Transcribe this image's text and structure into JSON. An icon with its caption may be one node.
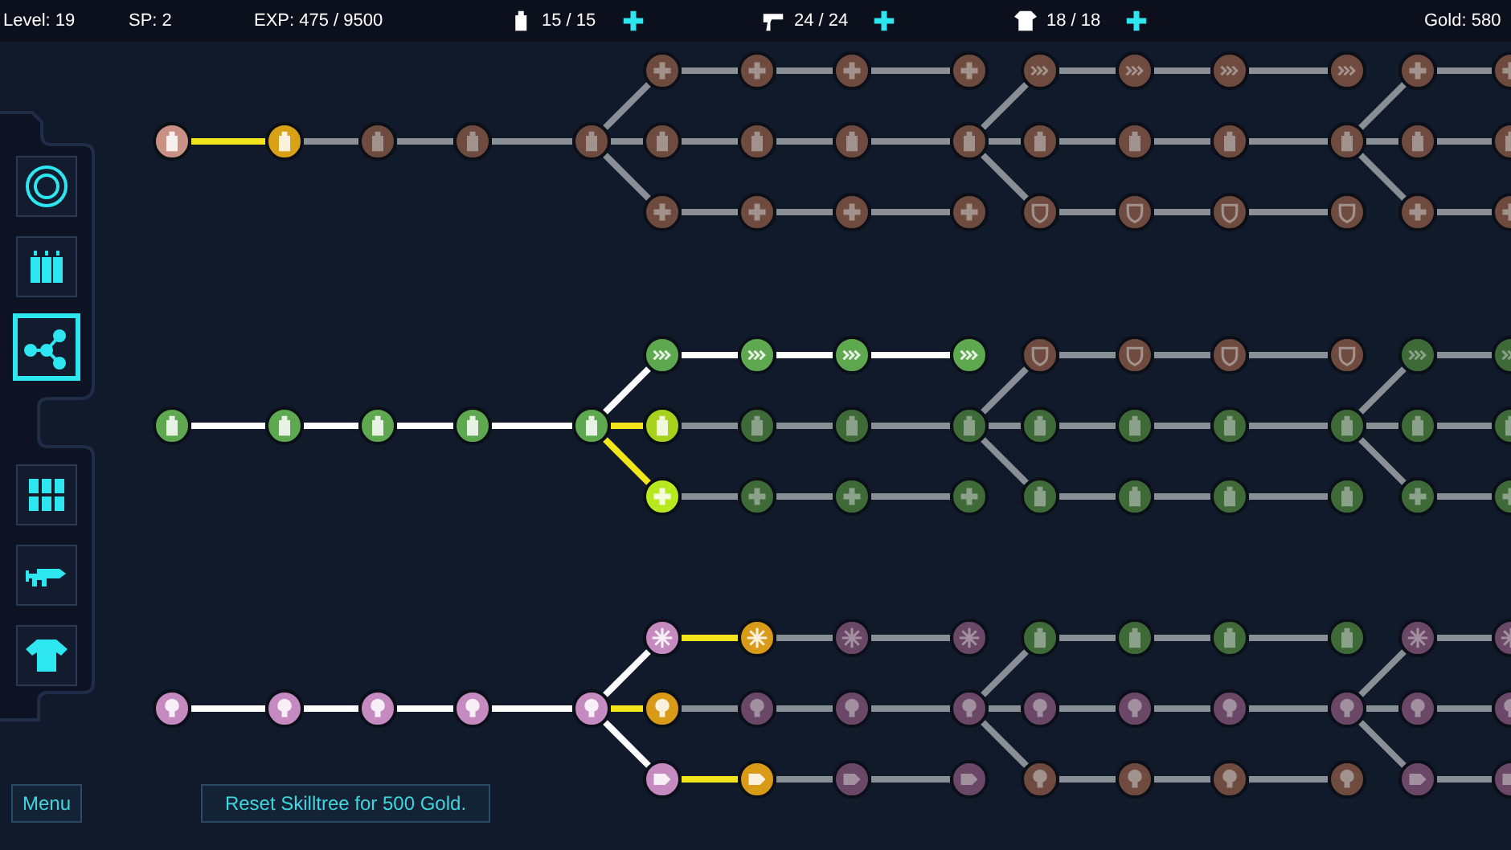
{
  "diagram": {
    "nodes": [
      {
        "text": [],
        "shape": "circle"
      },
      {
        "text": [],
        "shape": "circle"
      },
      {
        "text": [],
        "shape": "circle"
      },
      {
        "text": [],
        "shape": "circle"
      },
      {
        "text": [],
        "shape": "circle"
      },
      {
        "text": [],
        "shape": "circle"
      },
      {
        "text": [],
        "shape": "circle"
      },
      {
        "text": [],
        "shape": "circle"
      },
      {
        "text": [],
        "shape": "circle"
      },
      {
        "text": [],
        "shape": "circle"
      },
      {
        "text": [],
        "shape": "circle"
      },
      {
        "text": [],
        "shape": "circle"
      },
      {
        "text": [],
        "shape": "circle"
      },
      {
        "text": [],
        "shape": "circle"
      },
      {
        "text": [],
        "shape": "circle"
      },
      {
        "text": [],
        "shape": "circle"
      },
      {
        "text": [],
        "shape": "circle"
      },
      {
        "text": [],
        "shape": "circle"
      },
      {
        "text": [],
        "shape": "circle"
      },
      {
        "text": [],
        "shape": "circle"
      },
      {
        "text": [],
        "shape": "circle"
      },
      {
        "text": [],
        "shape": "circle"
      },
      {
        "text": [],
        "shape": "circle"
      },
      {
        "text": [],
        "shape": "circle"
      },
      {
        "text": [],
        "shape": "circle"
      },
      {
        "text": [],
        "shape": "circle"
      },
      {
        "text": [],
        "shape": "circle"
      },
      {
        "text": [],
        "shape": "circle"
      },
      {
        "text": [],
        "shape": "circle"
      },
      {
        "text": [],
        "shape": "circle"
      },
      {
        "text": [],
        "shape": "circle"
      },
      {
        "text": [],
        "shape": "circle"
      },
      {
        "text": [],
        "shape": "circle"
      },
      {
        "text": [],
        "shape": "circle"
      },
      {
        "text": [],
        "shape": "circle"
      },
      {
        "text": [],
        "shape": "circle"
      },
      {
        "text": [],
        "shape": "circle"
      },
      {
        "text": [],
        "shape": "circle"
      },
      {
        "text": [],
        "shape": "circle"
      },
      {
        "text": [],
        "shape": "circle"
      },
      {
        "text": [],
        "shape": "circle"
      },
      {
        "text": [],
        "shape": "circle"
      },
      {
        "text": [],
        "shape": "circle"
      },
      {
        "text": [],
        "shape": "circle"
      },
      {
        "text": [],
        "shape": "circle"
      },
      {
        "text": [],
        "shape": "circle"
      },
      {
        "text": [],
        "shape": "circle"
      },
      {
        "text": [],
        "shape": "circle"
      },
      {
        "text": [],
        "shape": "circle"
      },
      {
        "text": [],
        "shape": "circle"
      },
      {
        "text": [],
        "shape": "circle"
      },
      {
        "text": [],
        "shape": "circle"
      },
      {
        "text": [],
        "shape": "circle"
      },
      {
        "text": [],
        "shape": "circle"
      },
      {
        "text": [],
        "shape": "circle"
      },
      {
        "text": [],
        "shape": "circle"
      },
      {
        "text": [],
        "shape": "circle"
      },
      {
        "text": [],
        "shape": "circle"
      },
      {
        "text": [],
        "shape": "circle"
      },
      {
        "text": [],
        "shape": "circle"
      },
      {
        "text": [],
        "shape": "circle"
      },
      {
        "text": [],
        "shape": "circle"
      },
      {
        "text": [],
        "shape": "circle"
      },
      {
        "text": [],
        "shape": "circle"
      },
      {
        "text": [],
        "shape": "circle"
      },
      {
        "text": [],
        "shape": "circle"
      },
      {
        "text": [],
        "shape": "circle"
      },
      {
        "text": [],
        "shape": "circle"
      },
      {
        "text": [],
        "shape": "circle"
      },
      {
        "text": [],
        "shape": "circle"
      },
      {
        "text": [],
        "shape": "circle"
      },
      {
        "text": [],
        "shape": "circle"
      },
      {
        "text": [],
        "shape": "circle"
      },
      {
        "text": [],
        "shape": "circle"
      },
      {
        "text": [],
        "shape": "circle"
      },
      {
        "text": [],
        "shape": "circle"
      },
      {
        "text": [],
        "shape": "circle"
      },
      {
        "text": [],
        "shape": "circle"
      },
      {
        "text": [],
        "shape": "circle"
      },
      {
        "text": [],
        "shape": "circle"
      },
      {
        "text": [],
        "shape": "circle"
      },
      {
        "text": [],
        "shape": "circle"
      },
      {
        "text": [],
        "shape": "circle"
      },
      {
        "text": [],
        "shape": "circle"
      },
      {
        "text": [],
        "shape": "circle"
      },
      {
        "text": [],
        "shape": "circle"
      },
      {
        "text": [],
        "shape": "circle"
      },
      {
        "text": [],
        "shape": "circle"
      },
      {
        "text": [],
        "shape": "circle"
      },
      {
        "text": [],
        "shape": "circle"
      },
      {
        "text": [],
        "shape": "circle"
      },
      {
        "text": [],
        "shape": "circle"
      },
      {
        "text": [],
        "shape": "circle"
      },
      {
        "text": [],
        "shape": "circle"
      },
      {
        "text": [],
        "shape": "circle"
      },
      {
        "text": [],
        "shape": "circle"
      },
      {
        "text": [],
        "shape": "circle"
      },
      {
        "text": [],
        "shape": "circle"
      },
      {
        "text": [],
        "shape": "circle"
      },
      {
        "text": [],
        "shape": "circle"
      },
      {
        "text": [],
        "shape": "circle"
      },
      {
        "text": [],
        "shape": "circle"
      },
      {
        "text": [],
        "shape": "circle"
      },
      {
        "text": [],
        "shape": "circle"
      },
      {
        "text": [],
        "shape": "circle"
      }
    ],
    "edges": [
      {
        "from": 0,
        "to": 1,
        "arrow": "none",
        "color": "#f2e51c"
      },
      {
        "from": 1,
        "to": 2,
        "arrow": "none"
      },
      {
        "from": 2,
        "to": 3,
        "arrow": "none"
      },
      {
        "from": 3,
        "to": 4,
        "arrow": "none"
      },
      {
        "from": 4,
        "to": 5,
        "arrow": "none"
      },
      {
        "from": 4,
        "to": 9,
        "arrow": "none"
      },
      {
        "from": 4,
        "to": 13,
        "arrow": "none"
      },
      {
        "from": 5,
        "to": 6,
        "arrow": "none"
      },
      {
        "from": 6,
        "to": 7,
        "arrow": "none"
      },
      {
        "from": 7,
        "to": 8,
        "arrow": "none"
      },
      {
        "from": 9,
        "to": 10,
        "arrow": "none"
      },
      {
        "from": 10,
        "to": 11,
        "arrow": "none"
      },
      {
        "from": 11,
        "to": 12,
        "arrow": "none"
      },
      {
        "from": 13,
        "to": 14,
        "arrow": "none"
      },
      {
        "from": 14,
        "to": 15,
        "arrow": "none"
      },
      {
        "from": 15,
        "to": 16,
        "arrow": "none"
      },
      {
        "from": 12,
        "to": 17,
        "arrow": "none"
      },
      {
        "from": 12,
        "to": 21,
        "arrow": "none"
      },
      {
        "from": 12,
        "to": 25,
        "arrow": "none"
      },
      {
        "from": 17,
        "to": 18,
        "arrow": "none"
      },
      {
        "from": 18,
        "to": 19,
        "arrow": "none"
      },
      {
        "from": 19,
        "to": 20,
        "arrow": "none"
      },
      {
        "from": 21,
        "to": 22,
        "arrow": "none"
      },
      {
        "from": 22,
        "to": 23,
        "arrow": "none"
      },
      {
        "from": 23,
        "to": 24,
        "arrow": "none"
      },
      {
        "from": 25,
        "to": 26,
        "arrow": "none"
      },
      {
        "from": 26,
        "to": 27,
        "arrow": "none"
      },
      {
        "from": 27,
        "to": 28,
        "arrow": "none"
      },
      {
        "from": 24,
        "to": 29,
        "arrow": "none"
      },
      {
        "from": 24,
        "to": 31,
        "arrow": "none"
      },
      {
        "from": 24,
        "to": 33,
        "arrow": "none"
      },
      {
        "from": 29,
        "to": 30,
        "arrow": "none"
      },
      {
        "from": 31,
        "to": 32,
        "arrow": "none"
      },
      {
        "from": 33,
        "to": 34,
        "arrow": "none"
      },
      {
        "from": 35,
        "to": 36,
        "arrow": "none",
        "color": "#ffffff"
      },
      {
        "from": 36,
        "to": 37,
        "arrow": "none",
        "color": "#ffffff"
      },
      {
        "from": 37,
        "to": 38,
        "arrow": "none",
        "color": "#ffffff"
      },
      {
        "from": 38,
        "to": 39,
        "arrow": "none",
        "color": "#ffffff"
      },
      {
        "from": 39,
        "to": 40,
        "arrow": "none",
        "color": "#ffffff"
      },
      {
        "from": 39,
        "to": 44,
        "arrow": "none",
        "color": "#f2e51c"
      },
      {
        "from": 39,
        "to": 48,
        "arrow": "none",
        "color": "#f2e51c"
      },
      {
        "from": 40,
        "to": 41,
        "arrow": "none",
        "color": "#ffffff"
      },
      {
        "from": 41,
        "to": 42,
        "arrow": "none",
        "color": "#ffffff"
      },
      {
        "from": 42,
        "to": 43,
        "arrow": "none",
        "color": "#ffffff"
      },
      {
        "from": 44,
        "to": 45,
        "arrow": "none"
      },
      {
        "from": 45,
        "to": 46,
        "arrow": "none"
      },
      {
        "from": 46,
        "to": 47,
        "arrow": "none"
      },
      {
        "from": 48,
        "to": 49,
        "arrow": "none"
      },
      {
        "from": 49,
        "to": 50,
        "arrow": "none"
      },
      {
        "from": 50,
        "to": 51,
        "arrow": "none"
      },
      {
        "from": 47,
        "to": 52,
        "arrow": "none"
      },
      {
        "from": 47,
        "to": 56,
        "arrow": "none"
      },
      {
        "from": 47,
        "to": 60,
        "arrow": "none"
      },
      {
        "from": 52,
        "to": 53,
        "arrow": "none"
      },
      {
        "from": 53,
        "to": 54,
        "arrow": "none"
      },
      {
        "from": 54,
        "to": 55,
        "arrow": "none"
      },
      {
        "from": 56,
        "to": 57,
        "arrow": "none"
      },
      {
        "from": 57,
        "to": 58,
        "arrow": "none"
      },
      {
        "from": 58,
        "to": 59,
        "arrow": "none"
      },
      {
        "from": 60,
        "to": 61,
        "arrow": "none"
      },
      {
        "from": 61,
        "to": 62,
        "arrow": "none"
      },
      {
        "from": 62,
        "to": 63,
        "arrow": "none"
      },
      {
        "from": 59,
        "to": 64,
        "arrow": "none"
      },
      {
        "from": 59,
        "to": 66,
        "arrow": "none"
      },
      {
        "from": 59,
        "to": 68,
        "arrow": "none"
      },
      {
        "from": 64,
        "to": 65,
        "arrow": "none"
      },
      {
        "from": 66,
        "to": 67,
        "arrow": "none"
      },
      {
        "from": 68,
        "to": 69,
        "arrow": "none"
      },
      {
        "from": 70,
        "to": 71,
        "arrow": "none",
        "color": "#ffffff"
      },
      {
        "from": 71,
        "to": 72,
        "arrow": "none",
        "color": "#ffffff"
      },
      {
        "from": 72,
        "to": 73,
        "arrow": "none",
        "color": "#ffffff"
      },
      {
        "from": 73,
        "to": 74,
        "arrow": "none",
        "color": "#ffffff"
      },
      {
        "from": 74,
        "to": 75,
        "arrow": "none",
        "color": "#ffffff"
      },
      {
        "from": 74,
        "to": 79,
        "arrow": "none",
        "color": "#f2e51c"
      },
      {
        "from": 74,
        "to": 83,
        "arrow": "none",
        "color": "#ffffff"
      },
      {
        "from": 75,
        "to": 76,
        "arrow": "none",
        "color": "#f2e51c"
      },
      {
        "from": 76,
        "to": 77,
        "arrow": "none"
      },
      {
        "from": 77,
        "to": 78,
        "arrow": "none"
      },
      {
        "from": 79,
        "to": 80,
        "arrow": "none"
      },
      {
        "from": 80,
        "to": 81,
        "arrow": "none"
      },
      {
        "from": 81,
        "to": 82,
        "arrow": "none"
      },
      {
        "from": 83,
        "to": 84,
        "arrow": "none",
        "color": "#f2e51c"
      },
      {
        "from": 84,
        "to": 85,
        "arrow": "none"
      },
      {
        "from": 85,
        "to": 86,
        "arrow": "none"
      },
      {
        "from": 82,
        "to": 87,
        "arrow": "none"
      },
      {
        "from": 82,
        "to": 91,
        "arrow": "none"
      },
      {
        "from": 82,
        "to": 95,
        "arrow": "none"
      },
      {
        "from": 87,
        "to": 88,
        "arrow": "none"
      },
      {
        "from": 88,
        "to": 89,
        "arrow": "none"
      },
      {
        "from": 89,
        "to": 90,
        "arrow": "none"
      },
      {
        "from": 91,
        "to": 92,
        "arrow": "none"
      },
      {
        "from": 92,
        "to": 93,
        "arrow": "none"
      },
      {
        "from": 93,
        "to": 94,
        "arrow": "none"
      },
      {
        "from": 95,
        "to": 96,
        "arrow": "none"
      },
      {
        "from": 96,
        "to": 97,
        "arrow": "none"
      },
      {
        "from": 97,
        "to": 98,
        "arrow": "none"
      },
      {
        "from": 94,
        "to": 99,
        "arrow": "none"
      },
      {
        "from": 94,
        "to": 101,
        "arrow": "none"
      },
      {
        "from": 94,
        "to": 103,
        "arrow": "none"
      },
      {
        "from": 99,
        "to": 100,
        "arrow": "none"
      },
      {
        "from": 101,
        "to": 102,
        "arrow": "none"
      },
      {
        "from": 103,
        "to": 104,
        "arrow": "none"
      }
    ],
    "labels": [
      "Level: 19",
      "SP: 2",
      "EXP: 475 / 9500",
      "15 / 15",
      "24 / 24",
      "18 / 18",
      "Gold: 580",
      "Menu",
      "Reset Skilltree for 500 Gold."
    ]
  }
}
